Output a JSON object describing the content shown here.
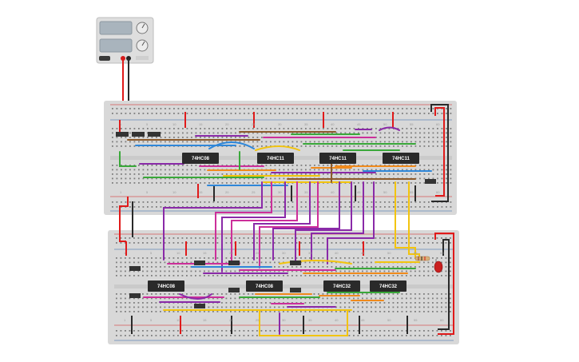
{
  "power_supply": {
    "display_top": "",
    "display_bottom": "",
    "colors": {
      "body": "#dedede",
      "display": "#a9b4bd",
      "knob": "#e9e9e9"
    }
  },
  "breadboard_top": {
    "chips": [
      {
        "label": "74HC08"
      },
      {
        "label": "74HC11"
      },
      {
        "label": "74HC11"
      },
      {
        "label": "74HC11"
      }
    ],
    "col_numbers": [
      "1",
      "5",
      "10",
      "15",
      "20",
      "25",
      "30",
      "35",
      "40",
      "45",
      "50",
      "55",
      "60"
    ]
  },
  "breadboard_bottom": {
    "chips": [
      {
        "label": "74HC08"
      },
      {
        "label": "74HC08"
      },
      {
        "label": "74HC32"
      },
      {
        "label": "74HC32"
      }
    ],
    "col_numbers": [
      "1",
      "5",
      "10",
      "15",
      "20",
      "25",
      "30",
      "35",
      "40",
      "45",
      "50",
      "55",
      "60"
    ]
  },
  "colors": {
    "board": "#d8d8d8",
    "rail_red": "#d31b1b",
    "rail_blue": "#2b5fa8",
    "chip": "#2a2a2a",
    "wire_red": "#e01a1a",
    "wire_black": "#2a2a2a",
    "wire_purple": "#8a2aa8",
    "wire_magenta": "#cc2f9a",
    "wire_yellow": "#f2c40f",
    "wire_orange": "#f08a1c",
    "wire_green": "#3aa83a",
    "wire_blue": "#2f87d9",
    "wire_brown": "#8c5a2b",
    "led": "#c92020"
  }
}
